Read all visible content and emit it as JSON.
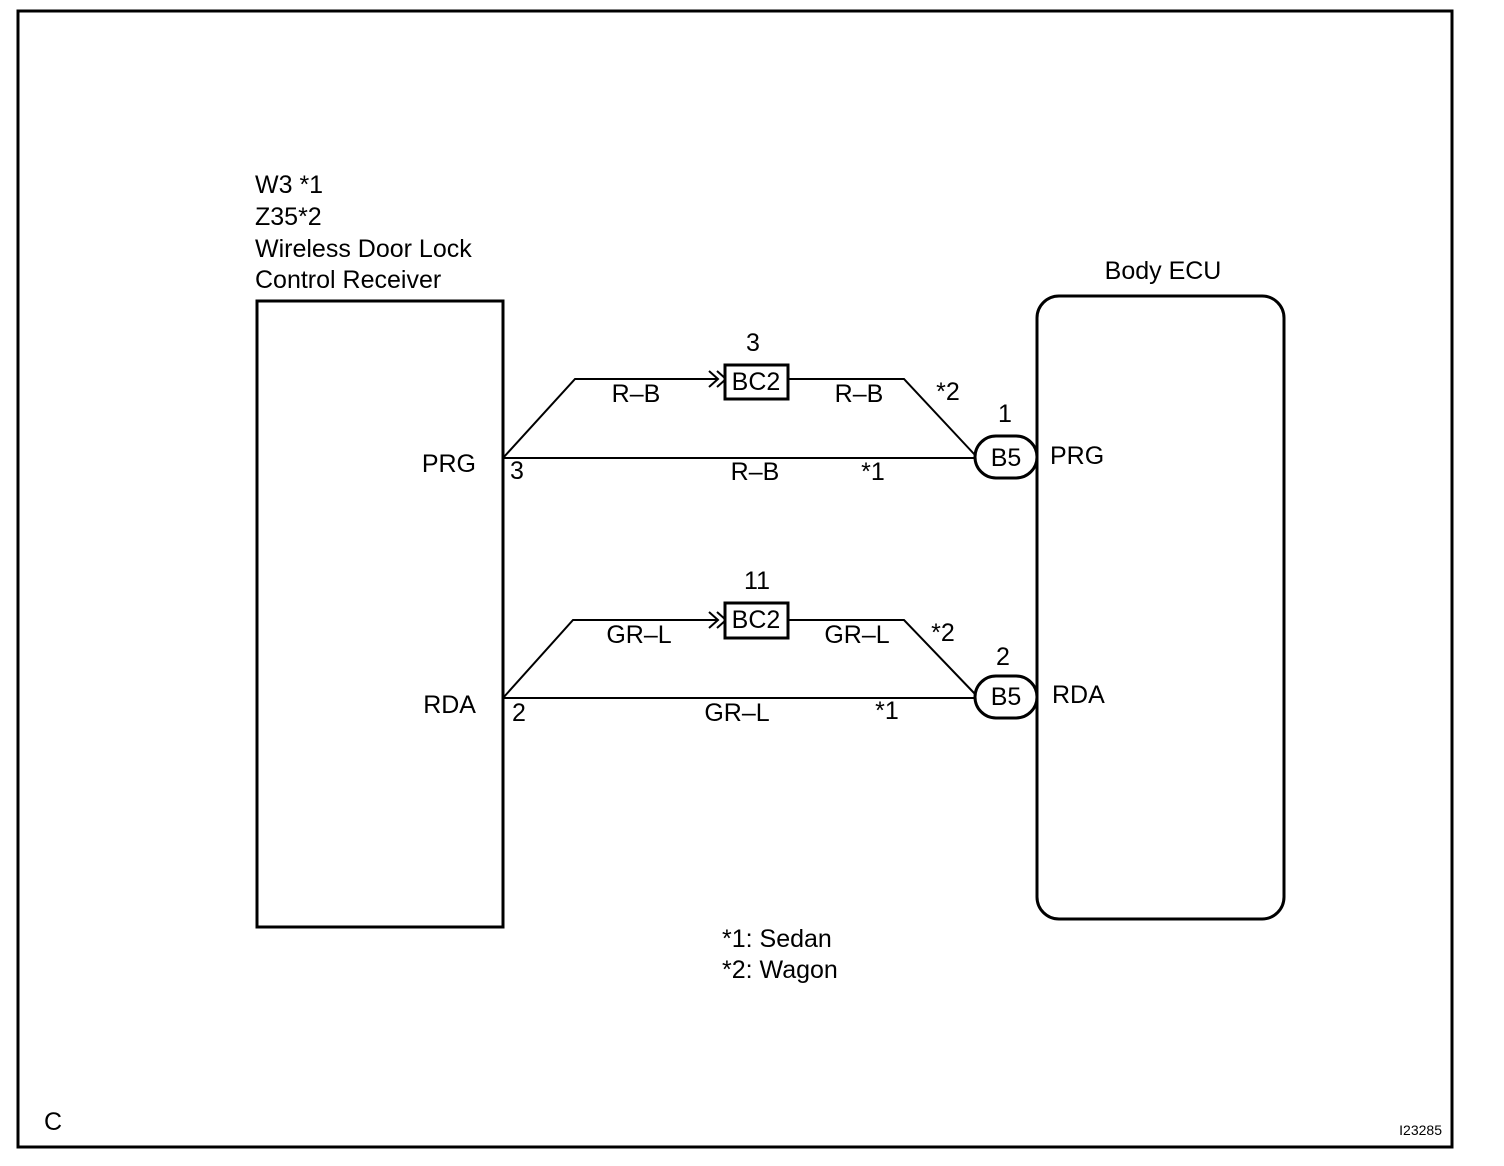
{
  "receiver": {
    "code_line1": "W3 *1",
    "code_line2": "Z35*2",
    "name_line1": "Wireless Door Lock",
    "name_line2": "Control Receiver",
    "pin_prg_label": "PRG",
    "pin_prg_no": "3",
    "pin_rda_label": "RDA",
    "pin_rda_no": "2"
  },
  "ecu": {
    "title": "Body ECU",
    "pin_prg_label": "PRG",
    "pin_prg_no": "1",
    "pin_rda_label": "RDA",
    "pin_rda_no": "2"
  },
  "wires": {
    "prg": {
      "junction_pin": "3",
      "junction_label": "BC2",
      "wagon_left_color": "R–B",
      "wagon_right_color": "R–B",
      "wagon_note": "*2",
      "sedan_color": "R–B",
      "sedan_note": "*1",
      "connector_label": "B5"
    },
    "rda": {
      "junction_pin": "11",
      "junction_label": "BC2",
      "wagon_left_color": "GR–L",
      "wagon_right_color": "GR–L",
      "wagon_note": "*2",
      "sedan_color": "GR–L",
      "sedan_note": "*1",
      "connector_label": "B5"
    }
  },
  "legend": {
    "line1": "*1: Sedan",
    "line2": "*2: Wagon"
  },
  "corner_letter": "C",
  "figure_id": "I23285"
}
